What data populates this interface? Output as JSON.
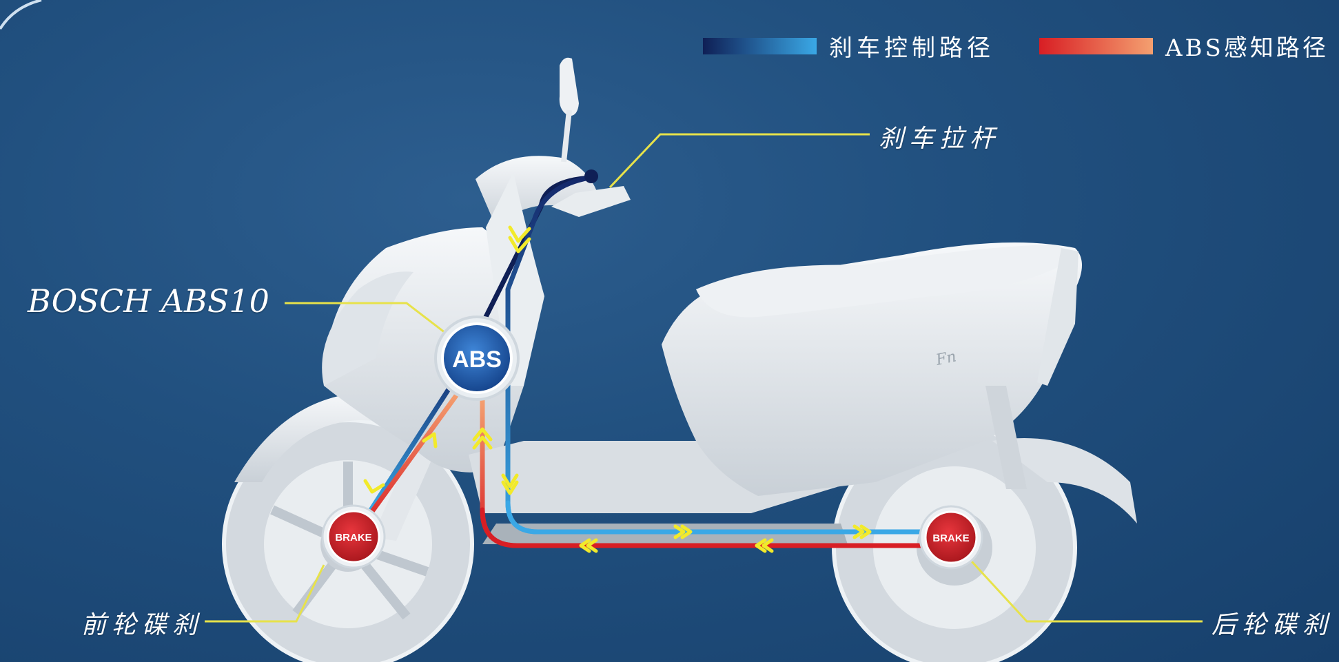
{
  "legend": {
    "brake_path_label": "刹车控制路径",
    "brake_path_colors": [
      "#0f1f55",
      "#3aa8e6"
    ],
    "abs_path_label": "ABS感知路径",
    "abs_path_colors": [
      "#d81e24",
      "#f4a070"
    ]
  },
  "callouts": {
    "brake_lever": "刹车拉杆",
    "abs_unit": "BOSCH ABS10",
    "front_disc": "前轮碟刹",
    "rear_disc": "后轮碟刹"
  },
  "badges": {
    "abs": "ABS",
    "front_brake": "BRAKE",
    "rear_brake": "BRAKE"
  },
  "colors": {
    "leader_line": "#e7e24a",
    "arrow": "#f2ea2a",
    "abs_badge": "#1f5fb3",
    "brake_badge": "#d41f27"
  }
}
